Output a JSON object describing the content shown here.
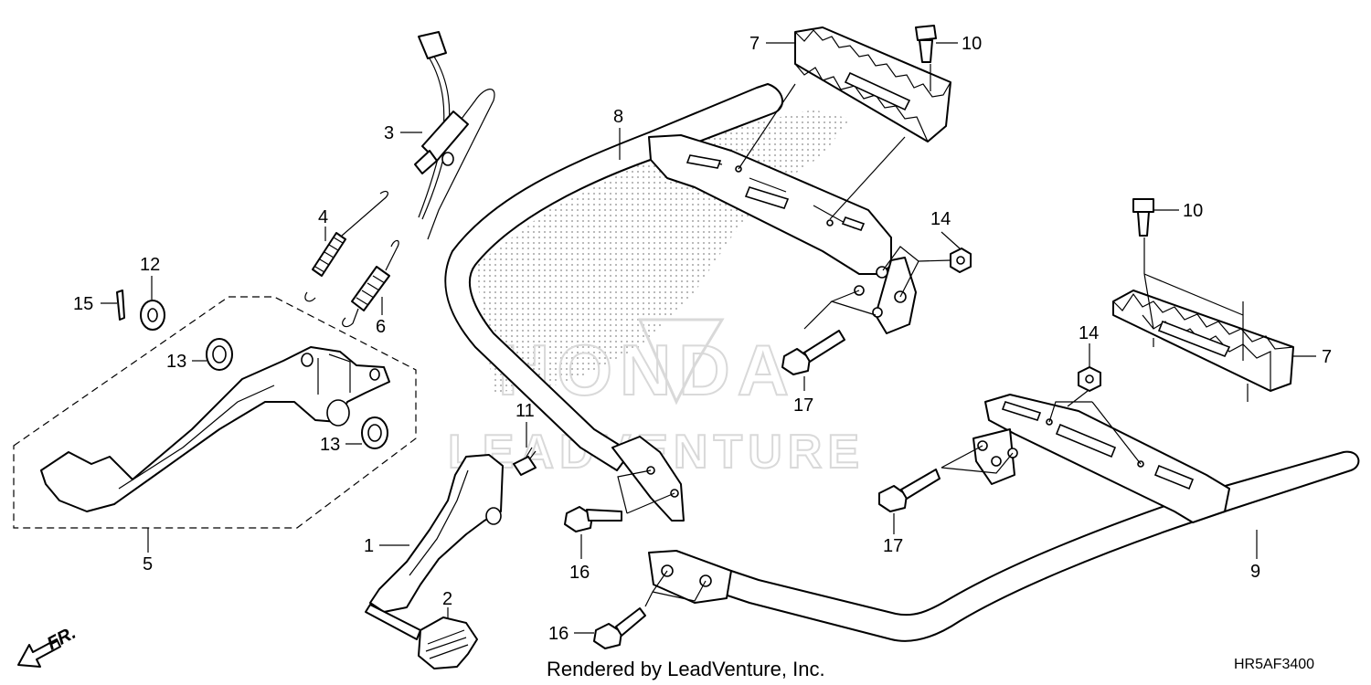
{
  "diagram": {
    "callouts": [
      {
        "id": "c1",
        "text": "1"
      },
      {
        "id": "c2",
        "text": "2"
      },
      {
        "id": "c3",
        "text": "3"
      },
      {
        "id": "c4",
        "text": "4"
      },
      {
        "id": "c5",
        "text": "5"
      },
      {
        "id": "c6",
        "text": "6"
      },
      {
        "id": "c7a",
        "text": "7"
      },
      {
        "id": "c7b",
        "text": "7"
      },
      {
        "id": "c8",
        "text": "8"
      },
      {
        "id": "c9",
        "text": "9"
      },
      {
        "id": "c10a",
        "text": "10"
      },
      {
        "id": "c10b",
        "text": "10"
      },
      {
        "id": "c11",
        "text": "11"
      },
      {
        "id": "c12",
        "text": "12"
      },
      {
        "id": "c13a",
        "text": "13"
      },
      {
        "id": "c13b",
        "text": "13"
      },
      {
        "id": "c14a",
        "text": "14"
      },
      {
        "id": "c14b",
        "text": "14"
      },
      {
        "id": "c15",
        "text": "15"
      },
      {
        "id": "c16a",
        "text": "16"
      },
      {
        "id": "c16b",
        "text": "16"
      },
      {
        "id": "c17a",
        "text": "17"
      },
      {
        "id": "c17b",
        "text": "17"
      }
    ],
    "direction_label": "FR.",
    "watermark_brand": "HONDA",
    "watermark_vendor": "LEADVENTURE",
    "credit": "Rendered by LeadVenture, Inc.",
    "diagram_code": "HR5AF3400"
  }
}
